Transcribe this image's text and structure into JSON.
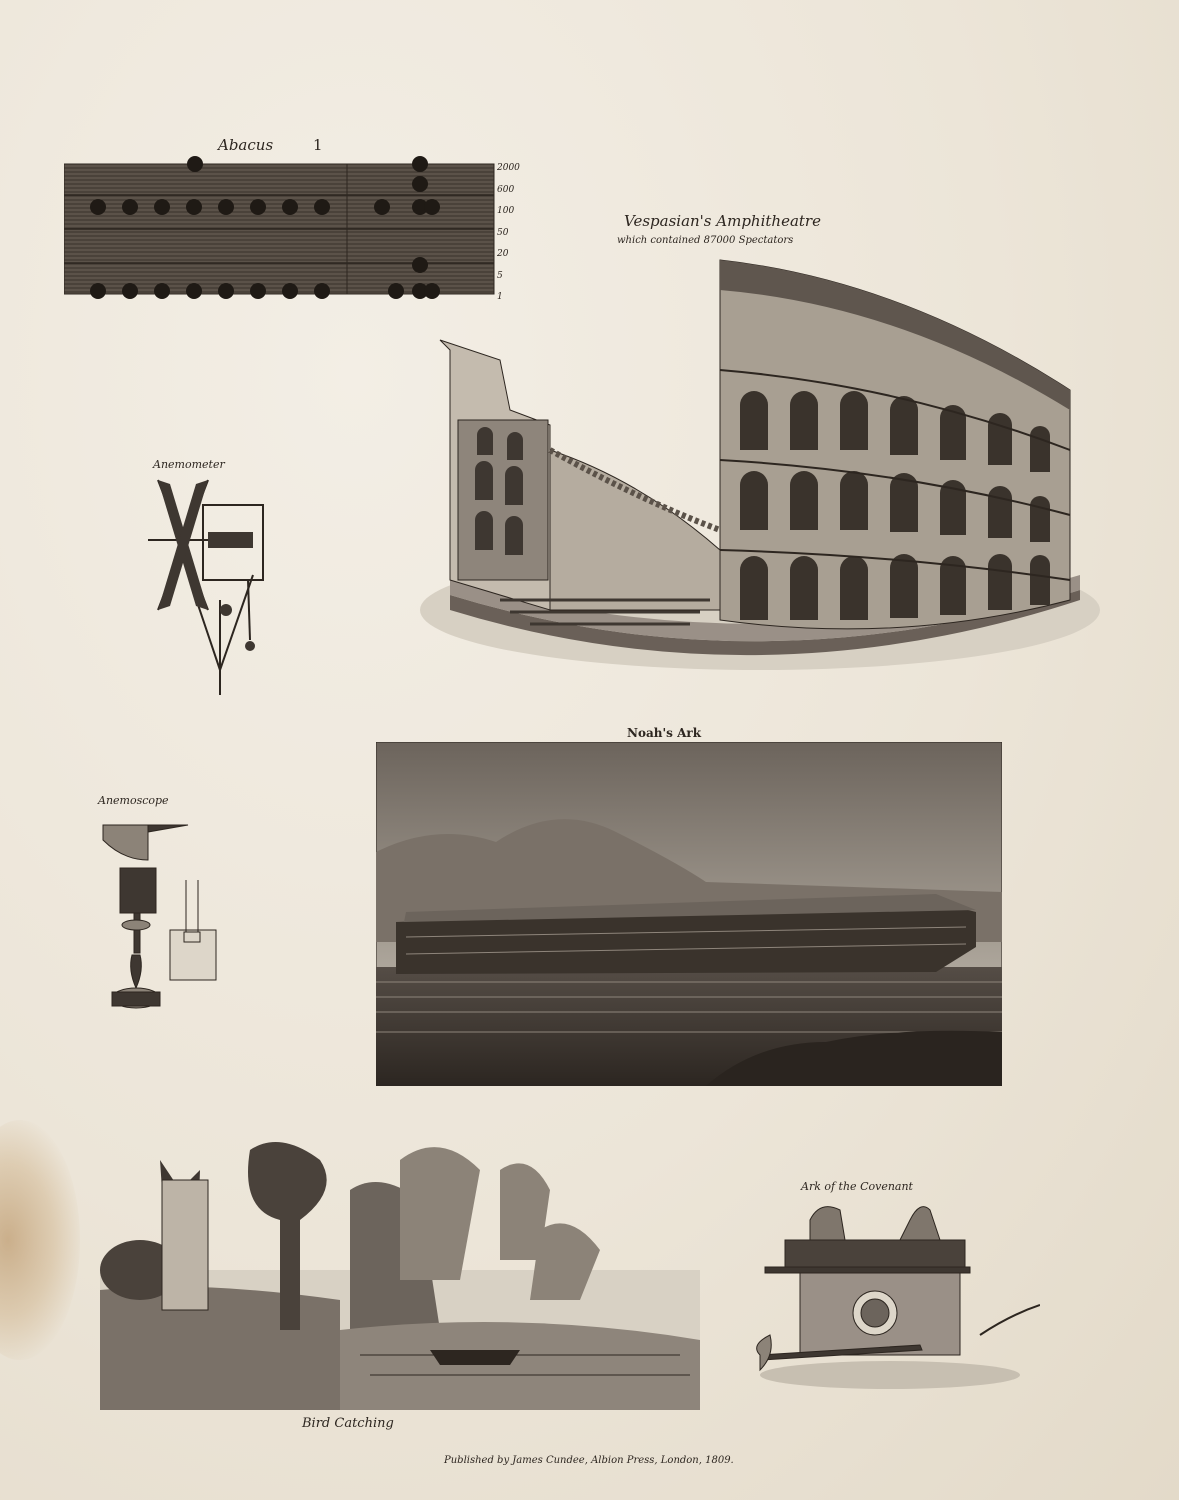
{
  "plate": {
    "number": "1",
    "publisher_line": "Published by James Cundee, Albion Press, London, 1809."
  },
  "figures": {
    "abacus": {
      "title": "Abacus",
      "row_labels": [
        "2000",
        "600",
        "100",
        "50",
        "20",
        "5",
        "1"
      ]
    },
    "amphitheatre": {
      "title": "Vespasian's Amphitheatre",
      "subtitle": "which contained 87000 Spectators"
    },
    "anemometer": {
      "title": "Anemometer"
    },
    "anemoscope": {
      "title": "Anemoscope"
    },
    "noahs_ark": {
      "title": "Noah's Ark"
    },
    "bird_catching": {
      "title": "Bird Catching"
    },
    "ark_covenant": {
      "title": "Ark of the Covenant"
    }
  },
  "colors": {
    "paper": "#efe9de",
    "ink": "#2d2620",
    "stain": "#b0844e"
  }
}
